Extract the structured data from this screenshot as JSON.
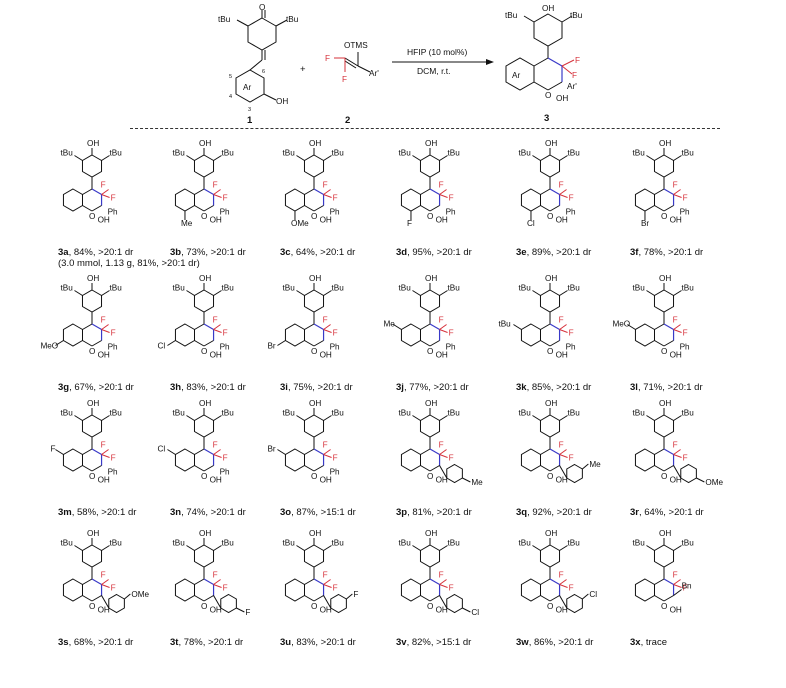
{
  "scheme": {
    "reactant1": {
      "label": "1",
      "ring_label": "Ar",
      "oxo": "O",
      "tbu_left": "tBu",
      "tbu_right": "tBu",
      "oh": "OH",
      "positions": [
        "6",
        "5",
        "4",
        "3"
      ]
    },
    "plus": "+",
    "reactant2": {
      "label": "2",
      "otms": "OTMS",
      "ar": "Ar'",
      "f1": "F",
      "f2": "F"
    },
    "conditions": {
      "catalyst": "HFIP (10 mol%)",
      "solvent": "DCM, r.t."
    },
    "product": {
      "label": "3",
      "oh_top": "OH",
      "tbu_left": "tBu",
      "tbu_right": "tBu",
      "ring_label": "Ar",
      "o": "O",
      "oh": "OH",
      "ar": "Ar'",
      "f1": "F",
      "f2": "F"
    }
  },
  "compounds": [
    {
      "id": "3a",
      "result": ", 84%, >20:1 dr",
      "extra": "(3.0 mmol, 1.13 g, 81%, >20:1 dr)",
      "sub": "",
      "sub_pos": "",
      "ar": "Ph"
    },
    {
      "id": "3b",
      "result": ", 73%, >20:1 dr",
      "sub": "Me",
      "sub_pos": "8",
      "ar": "Ph"
    },
    {
      "id": "3c",
      "result": ", 64%, >20:1 dr",
      "sub": "OMe",
      "sub_pos": "8",
      "ar": "Ph"
    },
    {
      "id": "3d",
      "result": ", 95%, >20:1 dr",
      "sub": "F",
      "sub_pos": "8",
      "ar": "Ph"
    },
    {
      "id": "3e",
      "result": ", 89%, >20:1 dr",
      "sub": "Cl",
      "sub_pos": "8",
      "ar": "Ph"
    },
    {
      "id": "3f",
      "result": ", 78%, >20:1 dr",
      "sub": "Br",
      "sub_pos": "8",
      "ar": "Ph"
    },
    {
      "id": "3g",
      "result": ", 67%, >20:1 dr",
      "sub": "MeO",
      "sub_pos": "7",
      "ar": "Ph"
    },
    {
      "id": "3h",
      "result": ", 83%, >20:1 dr",
      "sub": "Cl",
      "sub_pos": "7",
      "ar": "Ph"
    },
    {
      "id": "3i",
      "result": ", 75%, >20:1 dr",
      "sub": "Br",
      "sub_pos": "7",
      "ar": "Ph"
    },
    {
      "id": "3j",
      "result": ", 77%, >20:1 dr",
      "sub": "Me",
      "sub_pos": "6",
      "ar": "Ph"
    },
    {
      "id": "3k",
      "result": ", 85%, >20:1 dr",
      "sub": "tBu",
      "sub_pos": "6",
      "ar": "Ph"
    },
    {
      "id": "3l",
      "result": ", 71%, >20:1 dr",
      "sub": "MeO",
      "sub_pos": "6",
      "ar": "Ph"
    },
    {
      "id": "3m",
      "result": ", 58%, >20:1 dr",
      "sub": "F",
      "sub_pos": "6",
      "ar": "Ph"
    },
    {
      "id": "3n",
      "result": ", 74%, >20:1 dr",
      "sub": "Cl",
      "sub_pos": "6",
      "ar": "Ph"
    },
    {
      "id": "3o",
      "result": ", 87%, >15:1 dr",
      "sub": "Br",
      "sub_pos": "6",
      "ar": "Ph"
    },
    {
      "id": "3p",
      "result": ", 81%, >20:1 dr",
      "sub": "",
      "sub_pos": "",
      "ar": "aryl",
      "ar_sub": "Me",
      "ar_pos": "para"
    },
    {
      "id": "3q",
      "result": ", 92%, >20:1 dr",
      "sub": "",
      "sub_pos": "",
      "ar": "aryl",
      "ar_sub": "Me",
      "ar_pos": "meta"
    },
    {
      "id": "3r",
      "result": ", 64%, >20:1 dr",
      "sub": "",
      "sub_pos": "",
      "ar": "aryl",
      "ar_sub": "OMe",
      "ar_pos": "para"
    },
    {
      "id": "3s",
      "result": ", 68%, >20:1 dr",
      "sub": "",
      "sub_pos": "",
      "ar": "aryl",
      "ar_sub": "OMe",
      "ar_pos": "meta"
    },
    {
      "id": "3t",
      "result": ", 78%, >20:1 dr",
      "sub": "",
      "sub_pos": "",
      "ar": "aryl",
      "ar_sub": "F",
      "ar_pos": "para"
    },
    {
      "id": "3u",
      "result": ", 83%, >20:1 dr",
      "sub": "",
      "sub_pos": "",
      "ar": "aryl",
      "ar_sub": "F",
      "ar_pos": "meta"
    },
    {
      "id": "3v",
      "result": ", 82%, >15:1 dr",
      "sub": "",
      "sub_pos": "",
      "ar": "aryl",
      "ar_sub": "Cl",
      "ar_pos": "para"
    },
    {
      "id": "3w",
      "result": ", 86%, >20:1 dr",
      "sub": "",
      "sub_pos": "",
      "ar": "aryl",
      "ar_sub": "Cl",
      "ar_pos": "meta"
    },
    {
      "id": "3x",
      "result": ", trace",
      "sub": "",
      "sub_pos": "",
      "ar": "Bn"
    }
  ],
  "atoms": {
    "oh": "OH",
    "tbu": "tBu",
    "o": "O",
    "f": "F",
    "ph": "Ph"
  },
  "colors": {
    "fluorine": "#d6303a",
    "bond_cf2": "#3a3ac8",
    "line": "#111111"
  }
}
